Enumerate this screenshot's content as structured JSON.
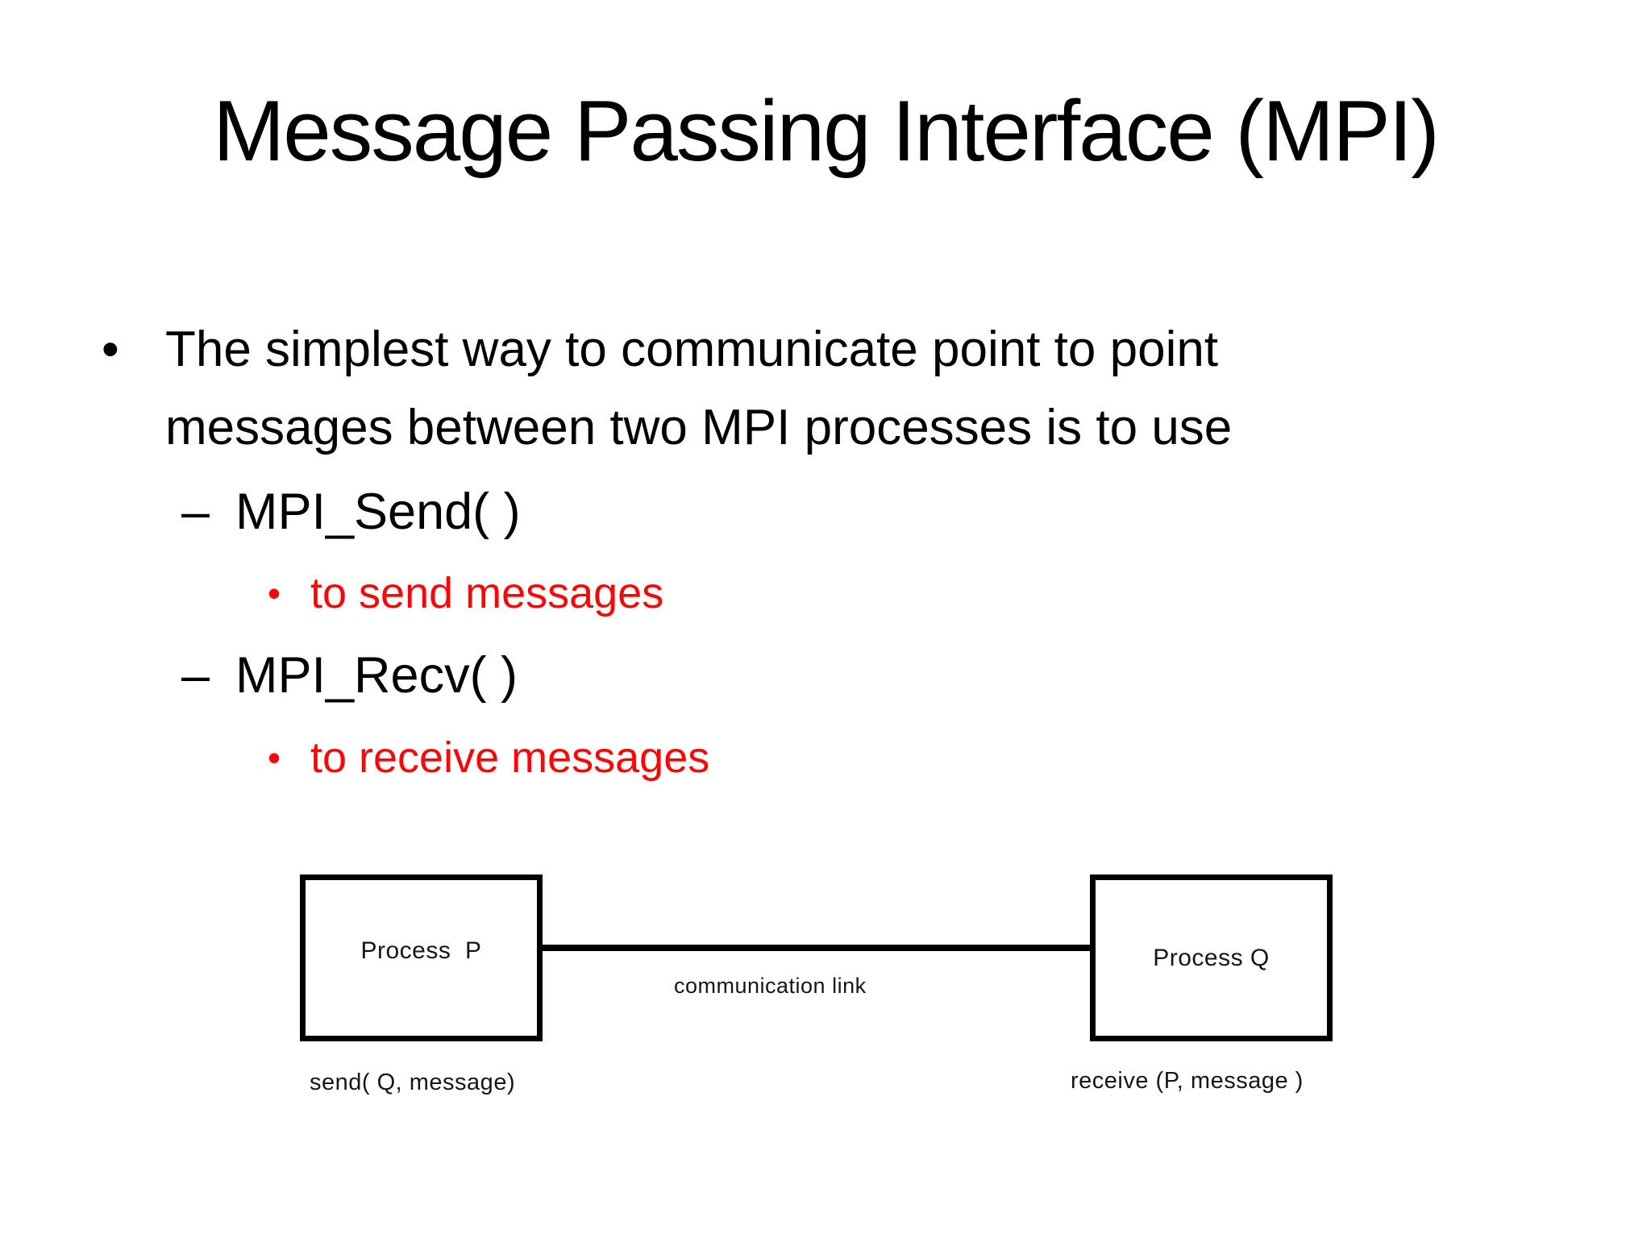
{
  "slide": {
    "title": "Message Passing Interface (MPI)"
  },
  "markers": {
    "level1": "•",
    "level2": "–",
    "level3": "•"
  },
  "bullets": {
    "main_line1": "The simplest way to communicate point to point",
    "main_line2": "messages between two MPI processes is to use",
    "mpi_send": "MPI_Send( )",
    "send_note": "to send messages",
    "mpi_recv": "MPI_Recv( )",
    "recv_note": "to receive messages"
  },
  "diagram": {
    "process_p_label": "Process  P",
    "process_q_label": "Process Q",
    "link_label": "communication link",
    "send_caption": "send( Q, message)",
    "receive_caption": "receive (P, message )"
  },
  "colors": {
    "text": "#000000",
    "accent_red": "#fb0606",
    "diagram_ink": "#161616",
    "background": "#ffffff"
  }
}
